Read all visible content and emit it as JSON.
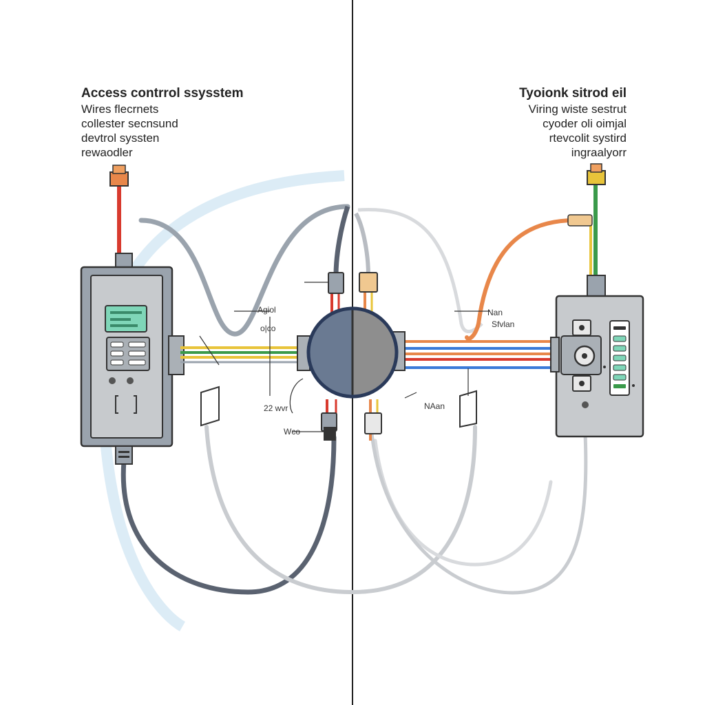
{
  "left_panel": {
    "title": "Access contrrol ssysstem",
    "lines": [
      "Wires flecrnets",
      "collester secnsund",
      "devtrol syssten",
      "rewaodler"
    ]
  },
  "right_panel": {
    "title": "Tyoionk sitrod eil",
    "lines": [
      "Viring wiste sestrut",
      "cyoder oli oimjal",
      "rtevcolit systird",
      "ingraalyorr"
    ]
  },
  "labels": {
    "left_top_1": "Agiol",
    "left_top_2": "o|co",
    "left_bottom_1": "22 wvr",
    "left_bottom_2": "Wco",
    "right_top_1": "Nan",
    "right_top_2": "Sfvlan",
    "right_bottom": "NAan"
  },
  "colors": {
    "wire_red": "#d83a2e",
    "wire_yellow": "#e8c43a",
    "wire_green": "#3a9a4a",
    "wire_orange": "#e8874a",
    "wire_blue": "#3a7ad8",
    "cable_dark": "#5a6270",
    "cable_light": "#c9ccd0",
    "device_body": "#c7cacd",
    "screen": "#7fd6b8"
  }
}
